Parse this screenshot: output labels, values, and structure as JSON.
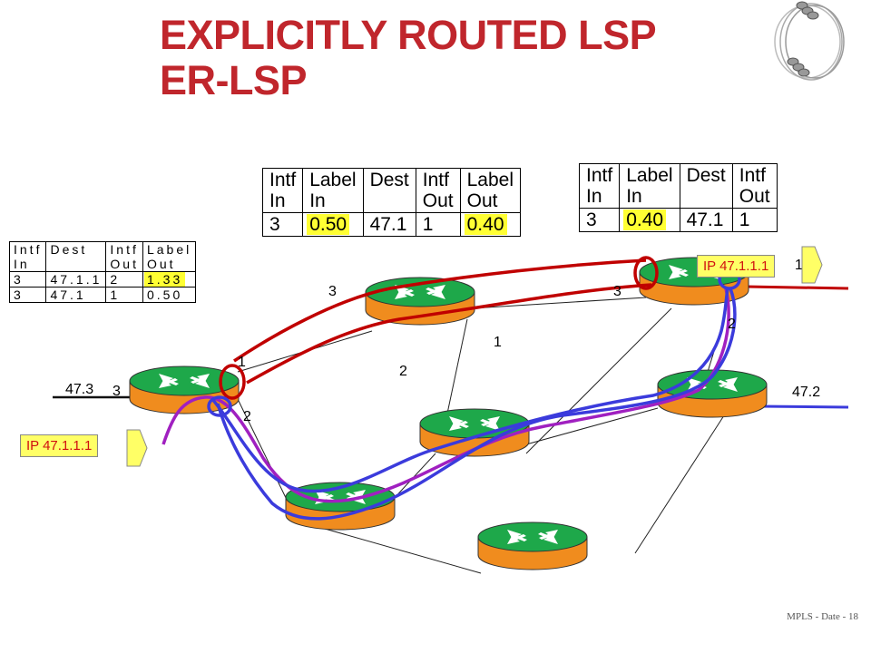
{
  "title": {
    "line1": "EXPLICITLY ROUTED LSP",
    "line2": "ER-LSP"
  },
  "footer": "MPLS - Date - 18",
  "tables": {
    "ingress": {
      "header": [
        [
          "Intf",
          "In"
        ],
        [
          "Dest",
          ""
        ],
        [
          "Intf",
          "Out"
        ],
        [
          "Label",
          "Out"
        ]
      ],
      "rows": [
        [
          {
            "v": "3"
          },
          {
            "v": "47.1.1"
          },
          {
            "v": "2"
          },
          {
            "v": "1.33",
            "hl": true
          }
        ],
        [
          {
            "v": "3"
          },
          {
            "v": "47.1"
          },
          {
            "v": "1"
          },
          {
            "v": "0.50"
          }
        ]
      ]
    },
    "core": {
      "header": [
        [
          "Intf",
          "In"
        ],
        [
          "Label",
          "In"
        ],
        [
          "Dest",
          ""
        ],
        [
          "Intf",
          "Out"
        ],
        [
          "Label",
          "Out"
        ]
      ],
      "rows": [
        [
          {
            "v": "3"
          },
          {
            "v": "0.50",
            "hl": true
          },
          {
            "v": "47.1"
          },
          {
            "v": "1"
          },
          {
            "v": "0.40",
            "hl": true
          }
        ]
      ]
    },
    "egress": {
      "header": [
        [
          "Intf",
          "In"
        ],
        [
          "Label",
          "In"
        ],
        [
          "Dest",
          ""
        ],
        [
          "Intf",
          "Out"
        ]
      ],
      "rows": [
        [
          {
            "v": "3"
          },
          {
            "v": "0.40",
            "hl": true
          },
          {
            "v": "47.1"
          },
          {
            "v": "1"
          }
        ]
      ]
    }
  },
  "labels": {
    "net_left": "47.3",
    "net_right": "47.2",
    "net_top_right": "1",
    "ports": {
      "left_in": "3",
      "left_top": "1",
      "left_bottom": "2",
      "core_left": "3",
      "core_down": "2",
      "core_right": "1",
      "egress_left": "3",
      "egress_down": "2"
    }
  },
  "packets": {
    "left": "IP 47.1.1.1",
    "right": "IP 47.1.1.1"
  },
  "colors": {
    "title": "#c0262c",
    "tunnel": "#c00000",
    "path_blue": "#3b3bdc",
    "path_purple": "#a020c0",
    "router_top": "#1ea84a",
    "router_side": "#f08c1e",
    "highlight": "#ffff33",
    "packet_bg": "#ffff66",
    "packet_text": "#d01010"
  }
}
